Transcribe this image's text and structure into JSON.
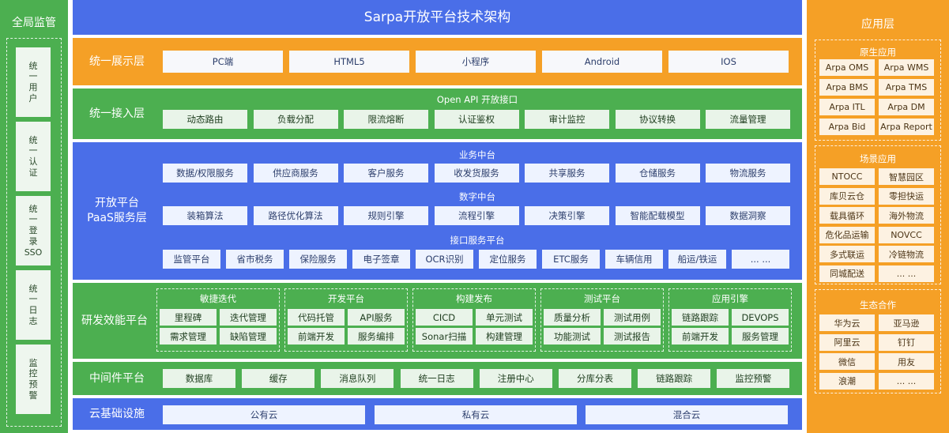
{
  "left": {
    "title": "全局监管",
    "items": [
      {
        "chars": [
          "统",
          "一",
          "用",
          "户"
        ]
      },
      {
        "chars": [
          "统",
          "一",
          "认",
          "证"
        ]
      },
      {
        "chars": [
          "统",
          "一",
          "登",
          "录",
          "SSO"
        ]
      },
      {
        "chars": [
          "统",
          "一",
          "日",
          "志"
        ]
      },
      {
        "chars": [
          "监",
          "控",
          "预",
          "警"
        ]
      }
    ]
  },
  "header": {
    "title": "Sarpa开放平台技术架构"
  },
  "display_layer": {
    "label": "统一展示层",
    "items": [
      "PC端",
      "HTML5",
      "小程序",
      "Android",
      "IOS"
    ]
  },
  "access_layer": {
    "label": "统一接入层",
    "sub_title": "Open API 开放接口",
    "items": [
      "动态路由",
      "负载分配",
      "限流熔断",
      "认证鉴权",
      "审计监控",
      "协议转换",
      "流量管理"
    ]
  },
  "paas": {
    "label_line1": "开放平台",
    "label_line2": "PaaS服务层",
    "business": {
      "title": "业务中台",
      "items": [
        "数据/权限服务",
        "供应商服务",
        "客户服务",
        "收发货服务",
        "共享服务",
        "仓储服务",
        "物流服务"
      ]
    },
    "digital": {
      "title": "数字中台",
      "items": [
        "装箱算法",
        "路径优化算法",
        "规则引擎",
        "流程引擎",
        "决策引擎",
        "智能配载模型",
        "数据洞察"
      ]
    },
    "interface": {
      "title": "接口服务平台",
      "items": [
        "监管平台",
        "省市税务",
        "保险服务",
        "电子签章",
        "OCR识别",
        "定位服务",
        "ETC服务",
        "车辆信用",
        "船运/铁运",
        "... ..."
      ]
    }
  },
  "devops": {
    "label": "研发效能平台",
    "groups": [
      {
        "title": "敏捷迭代",
        "items": [
          "里程碑",
          "迭代管理",
          "需求管理",
          "缺陷管理"
        ]
      },
      {
        "title": "开发平台",
        "items": [
          "代码托管",
          "API服务",
          "前端开发",
          "服务编排"
        ]
      },
      {
        "title": "构建发布",
        "items": [
          "CICD",
          "单元测试",
          "Sonar扫描",
          "构建管理"
        ]
      },
      {
        "title": "测试平台",
        "items": [
          "质量分析",
          "测试用例",
          "功能测试",
          "测试报告"
        ]
      },
      {
        "title": "应用引擎",
        "items": [
          "链路跟踪",
          "DEVOPS",
          "前端开发",
          "服务管理"
        ]
      }
    ]
  },
  "middleware": {
    "label": "中间件平台",
    "items": [
      "数据库",
      "缓存",
      "消息队列",
      "统一日志",
      "注册中心",
      "分库分表",
      "链路跟踪",
      "监控预警"
    ]
  },
  "cloud": {
    "label": "云基础设施",
    "items": [
      "公有云",
      "私有云",
      "混合云"
    ]
  },
  "right": {
    "title": "应用层",
    "native": {
      "title": "原生应用",
      "items": [
        "Arpa OMS",
        "Arpa WMS",
        "Arpa BMS",
        "Arpa TMS",
        "Arpa ITL",
        "Arpa DM",
        "Arpa Bid",
        "Arpa Report"
      ]
    },
    "scene": {
      "title": "场景应用",
      "items": [
        "NTOCC",
        "智慧园区",
        "库贝云仓",
        "零担快运",
        "载具循环",
        "海外物流",
        "危化品运输",
        "NOVCC",
        "多式联运",
        "冷链物流",
        "同城配送",
        "... ..."
      ]
    },
    "eco": {
      "title": "生态合作",
      "items": [
        "华为云",
        "亚马逊",
        "阿里云",
        "钉钉",
        "微信",
        "用友",
        "浪潮",
        "... ..."
      ]
    }
  },
  "colors": {
    "green": "#4caf50",
    "orange": "#f5a026",
    "blue": "#4a6ee8"
  }
}
